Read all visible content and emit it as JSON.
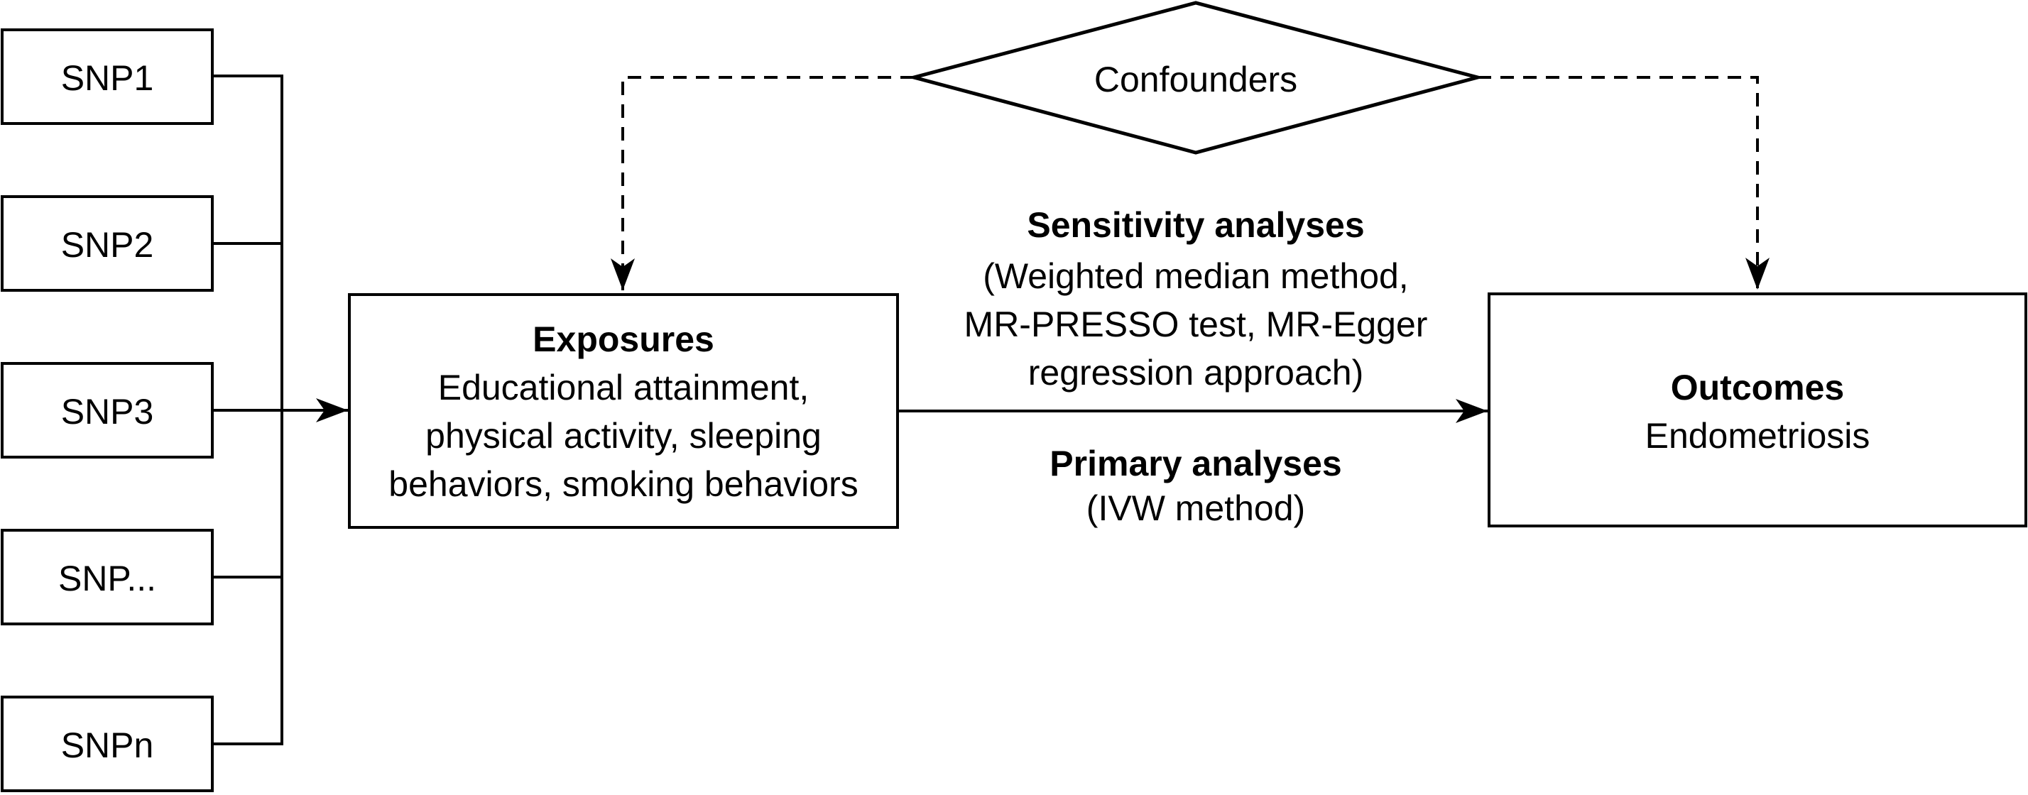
{
  "diagram": {
    "title_semantic": "Mendelian randomization study design flowchart",
    "colors": {
      "stroke": "#000000",
      "background": "#ffffff"
    },
    "snp_boxes": [
      {
        "label": "SNP1"
      },
      {
        "label": "SNP2"
      },
      {
        "label": "SNP3"
      },
      {
        "label": "SNP..."
      },
      {
        "label": "SNPn"
      }
    ],
    "exposures_box": {
      "title": "Exposures",
      "lines": [
        "Educational attainment,",
        "physical activity, sleeping",
        "behaviors, smoking behaviors"
      ]
    },
    "outcomes_box": {
      "title": "Outcomes",
      "subtitle": "Endometriosis"
    },
    "confounders_diamond": {
      "label": "Confounders"
    },
    "middle_annotations": {
      "sensitivity_title": "Sensitivity analyses",
      "sensitivity_lines": [
        "(Weighted median method,",
        "MR-PRESSO test, MR-Egger",
        "regression approach)"
      ],
      "primary_title": "Primary analyses",
      "primary_line": "(IVW method)"
    }
  }
}
